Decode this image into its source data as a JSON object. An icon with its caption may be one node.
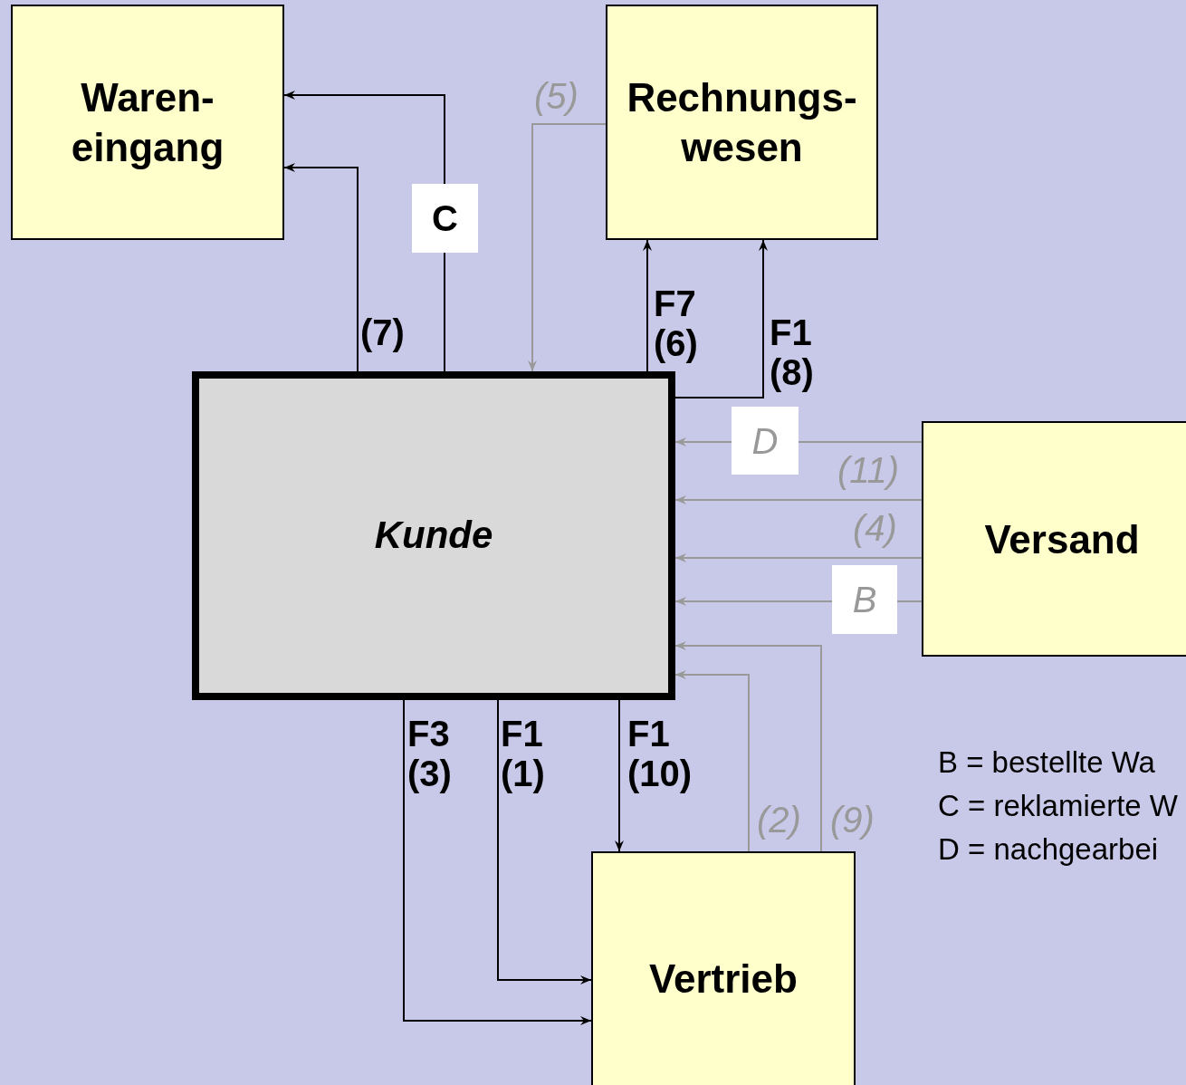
{
  "diagram": {
    "nodes": [
      {
        "text": [
          "Waren- eingang"
        ]
      },
      {
        "text": [
          "Rechnungs- wesen"
        ]
      },
      {
        "text": [
          "Kunde"
        ]
      },
      {
        "text": [
          "Versand"
        ]
      },
      {
        "text": [
          "Vertrieb"
        ]
      }
    ],
    "edges": [
      {
        "from": 2,
        "to": 0,
        "arrow": "to",
        "label": "(7)"
      },
      {
        "from": 2,
        "to": 0,
        "arrow": "to",
        "label": "C"
      },
      {
        "from": 2,
        "to": 1,
        "arrow": "to",
        "label": "F7 (6)"
      },
      {
        "from": 2,
        "to": 1,
        "arrow": "to",
        "label": "F1 (8)"
      },
      {
        "from": 1,
        "to": 2,
        "arrow": "to",
        "label": "(5)",
        "color": "#999999"
      },
      {
        "from": 3,
        "to": 2,
        "arrow": "to",
        "label": "D",
        "color": "#999999"
      },
      {
        "from": 3,
        "to": 2,
        "arrow": "to",
        "label": "(11)",
        "color": "#999999"
      },
      {
        "from": 3,
        "to": 2,
        "arrow": "to",
        "label": "(4)",
        "color": "#999999"
      },
      {
        "from": 3,
        "to": 2,
        "arrow": "to",
        "label": "B",
        "color": "#999999"
      },
      {
        "from": 4,
        "to": 2,
        "arrow": "to",
        "label": "(9)",
        "color": "#999999"
      },
      {
        "from": 4,
        "to": 2,
        "arrow": "to",
        "label": "(2)",
        "color": "#999999"
      },
      {
        "from": 2,
        "to": 4,
        "arrow": "to",
        "label": "F3 (3)"
      },
      {
        "from": 2,
        "to": 4,
        "arrow": "to",
        "label": "F1 (1)"
      },
      {
        "from": 2,
        "to": 4,
        "arrow": "to",
        "label": "F1 (10)"
      }
    ],
    "labels": [
      "B = bestellte Wa",
      "C = reklamierte W",
      "D = nachgearbei"
    ]
  }
}
